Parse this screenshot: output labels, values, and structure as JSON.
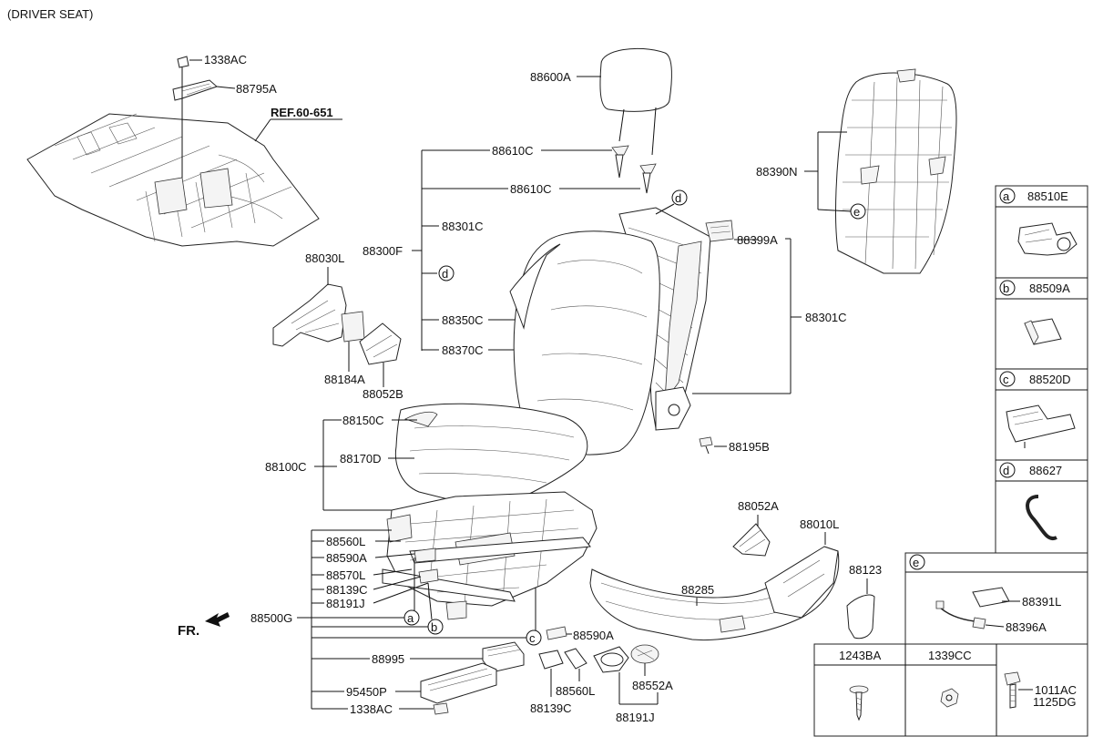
{
  "title": "(DRIVER SEAT)",
  "ref_label": "REF.60-651",
  "direction_label": "FR.",
  "labels": {
    "p1338AC_top": "1338AC",
    "p88795A": "88795A",
    "p88600A": "88600A",
    "p88610C_1": "88610C",
    "p88610C_2": "88610C",
    "p88301C_left": "88301C",
    "p88300F": "88300F",
    "p88350C": "88350C",
    "p88370C": "88370C",
    "p88399A": "88399A",
    "p88301C_right": "88301C",
    "p88390N": "88390N",
    "p88030L": "88030L",
    "p88184A": "88184A",
    "p88052B": "88052B",
    "p88150C": "88150C",
    "p88100C": "88100C",
    "p88170D": "88170D",
    "p88195B": "88195B",
    "p88560L_top": "88560L",
    "p88590A_top": "88590A",
    "p88570L": "88570L",
    "p88139C_top": "88139C",
    "p88191J_top": "88191J",
    "p88500G": "88500G",
    "p88995": "88995",
    "p95450P": "95450P",
    "p1338AC_bottom": "1338AC",
    "p88590A_bottom": "88590A",
    "p88560L_bottom": "88560L",
    "p88139C_bottom": "88139C",
    "p88552A": "88552A",
    "p88191J_bottom": "88191J",
    "p88052A": "88052A",
    "p88010L": "88010L",
    "p88285": "88285",
    "p88123": "88123"
  },
  "callouts": {
    "a": "a",
    "b": "b",
    "c": "c",
    "d": "d",
    "e": "e"
  },
  "legend": {
    "a": {
      "letter": "a",
      "part": "88510E"
    },
    "b": {
      "letter": "b",
      "part": "88509A"
    },
    "c": {
      "letter": "c",
      "part": "88520D"
    },
    "d": {
      "letter": "d",
      "part": "88627"
    },
    "e": {
      "letter": "e",
      "part_1": "88391L",
      "part_2": "88396A"
    }
  },
  "fasteners": {
    "f1": "1243BA",
    "f2": "1339CC",
    "f3_a": "1011AC",
    "f3_b": "1125DG"
  }
}
